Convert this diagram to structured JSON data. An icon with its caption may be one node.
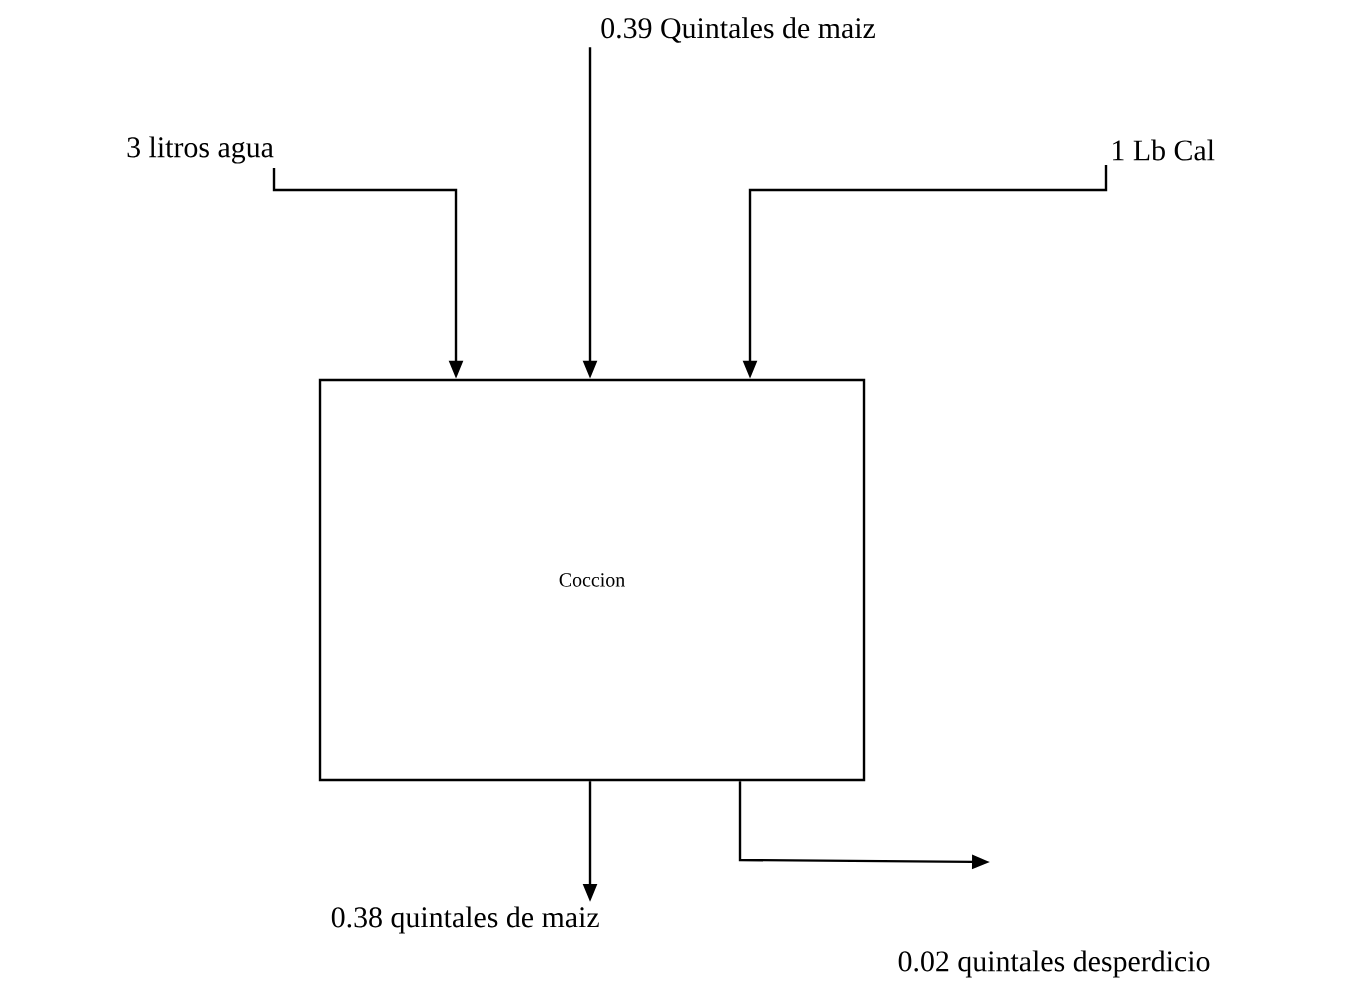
{
  "diagram": {
    "nodes": [
      {
        "text": [
          "3 litros agua"
        ]
      },
      {
        "text": [
          "0.39 Quintales de maiz"
        ]
      },
      {
        "text": [
          "1 Lb Cal"
        ]
      },
      {
        "text": [
          "Coccion"
        ]
      },
      {
        "text": [
          "0.38 quintales de maiz"
        ]
      },
      {
        "text": [
          "0.02 quintales  desperdicio"
        ]
      }
    ],
    "edges": [
      {
        "from": 0,
        "to": 3,
        "arrow": "to"
      },
      {
        "from": 1,
        "to": 3,
        "arrow": "to"
      },
      {
        "from": 2,
        "to": 3,
        "arrow": "to"
      },
      {
        "from": 3,
        "to": 4,
        "arrow": "to"
      },
      {
        "from": 3,
        "to": 5,
        "arrow": "to"
      }
    ]
  }
}
